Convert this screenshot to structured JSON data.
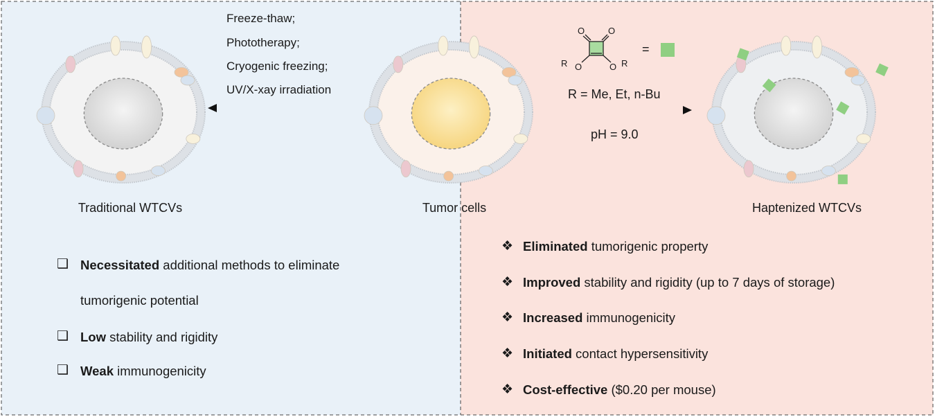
{
  "colors": {
    "left_bg": "#e9f1f8",
    "right_bg": "#fbe3dd",
    "hapten": "#8fcf82"
  },
  "left_conditions": [
    "Freeze-thaw;",
    "Phototherapy;",
    "Cryogenic freezing;",
    "UV/X-xay irradiation"
  ],
  "reagent": {
    "r_label_left": "R",
    "o_label_left": "O",
    "r_label_right": "R",
    "o_label_right": "O",
    "carbonyl_o": "O",
    "equals": "=",
    "r_groups": "R = Me, Et, n-Bu",
    "ph": "pH = 9.0"
  },
  "captions": {
    "left": "Traditional  WTCVs",
    "middle": "Tumor cells",
    "right": "Haptenized  WTCVs"
  },
  "left_points": [
    {
      "bold": "Necessitated",
      "text": " additional methods to eliminate",
      "cont": "tumorigenic potential"
    },
    {
      "bold": "Low",
      "text": " stability and rigidity"
    },
    {
      "bold": "Weak",
      "text": " immunogenicity"
    }
  ],
  "right_points": [
    {
      "bold": "Eliminated",
      "text": " tumorigenic property"
    },
    {
      "bold": "Improved",
      "text": " stability and rigidity (up to 7 days of storage)"
    },
    {
      "bold": "Increased",
      "text": " immunogenicity"
    },
    {
      "bold": "Initiated",
      "text": " contact hypersensitivity"
    },
    {
      "bold": "Cost-effective",
      "text": " ($0.20 per mouse)"
    }
  ],
  "symbols": {
    "checkbox": "❑",
    "diamond": "❖"
  }
}
